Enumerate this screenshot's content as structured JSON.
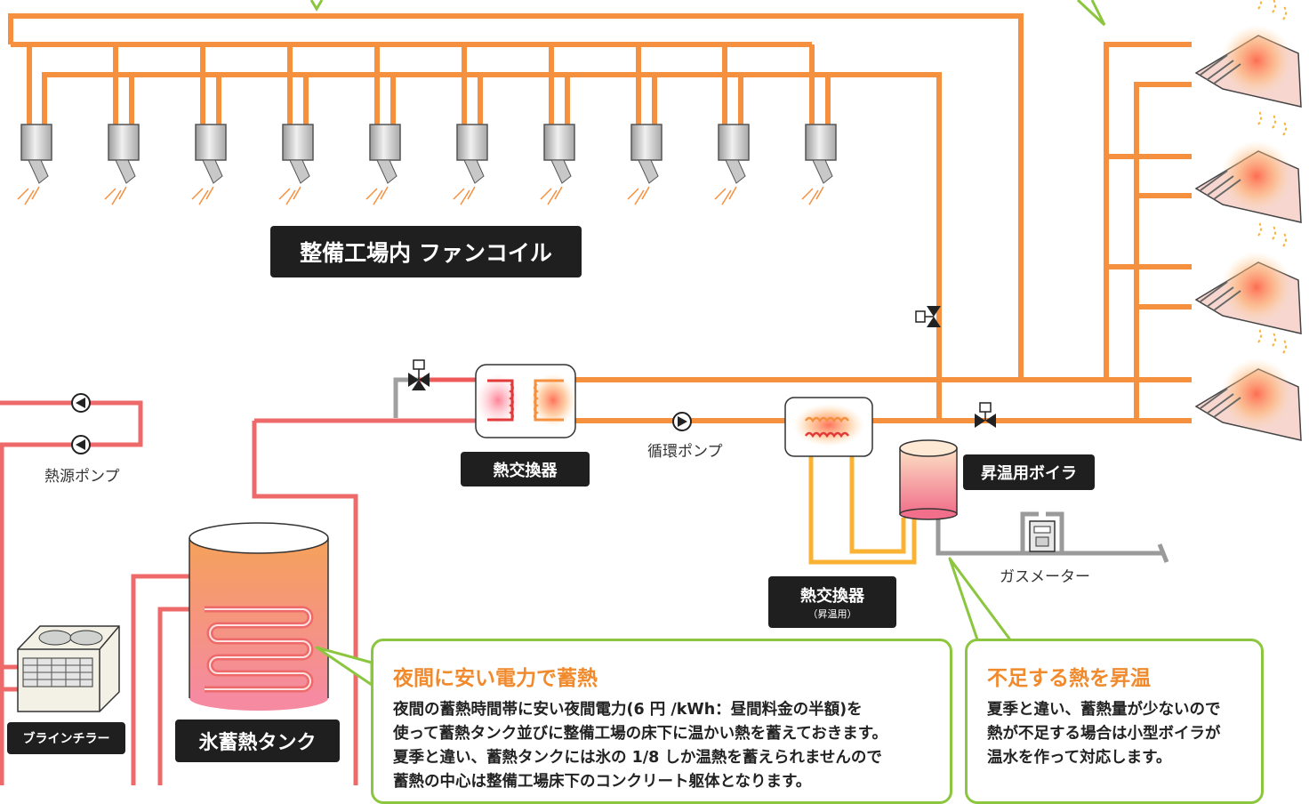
{
  "labels": {
    "fan_coil": "整備工場内 ファンコイル",
    "heat_exchanger_1": "熱交換器",
    "heat_exchanger_2": "熱交換器",
    "heat_exchanger_2_sub": "（昇温用）",
    "boiler": "昇温用ボイラ",
    "ice_tank": "氷蓄熱タンク",
    "brine_chiller": "ブラインチラー",
    "heat_source_pump": "熱源ポンプ",
    "circulation_pump": "循環ポンプ",
    "gas_meter": "ガスメーター"
  },
  "callout_storage": {
    "title": "夜間に安い電力で蓄熱",
    "lines": [
      "夜間の蓄熱時間帯に安い夜間電力(6 円 /kWh：昼間料金の半額)を",
      "使って蓄熱タンク並びに整備工場の床下に温かい熱を蓄えておきます。",
      "夏季と違い、蓄熱タンクには氷の 1/8 しか温熱を蓄えられませんので",
      "蓄熱の中心は整備工場床下のコンクリート躯体となります。"
    ]
  },
  "callout_boost": {
    "title": "不足する熱を昇温",
    "lines": [
      "夏季と違い、蓄熱量が少ないので",
      "熱が不足する場合は小型ボイラが",
      "温水を作って対応します。"
    ]
  },
  "colors": {
    "hot_pipe": "#f5903f",
    "source_pipe": "#ee6a6a",
    "boost_pipe": "#f9b233",
    "gas_pipe": "#9a9a9a",
    "callout_border": "#8cc63f",
    "callout_title": "#f08a2c",
    "label_bg": "#1f1f1f"
  },
  "icons": [
    "fan-coil-unit-icon",
    "valve-icon",
    "pump-icon",
    "heat-exchanger-icon",
    "boiler-icon",
    "gas-meter-icon",
    "brine-chiller-icon",
    "ice-tank-icon",
    "heated-floor-icon"
  ]
}
